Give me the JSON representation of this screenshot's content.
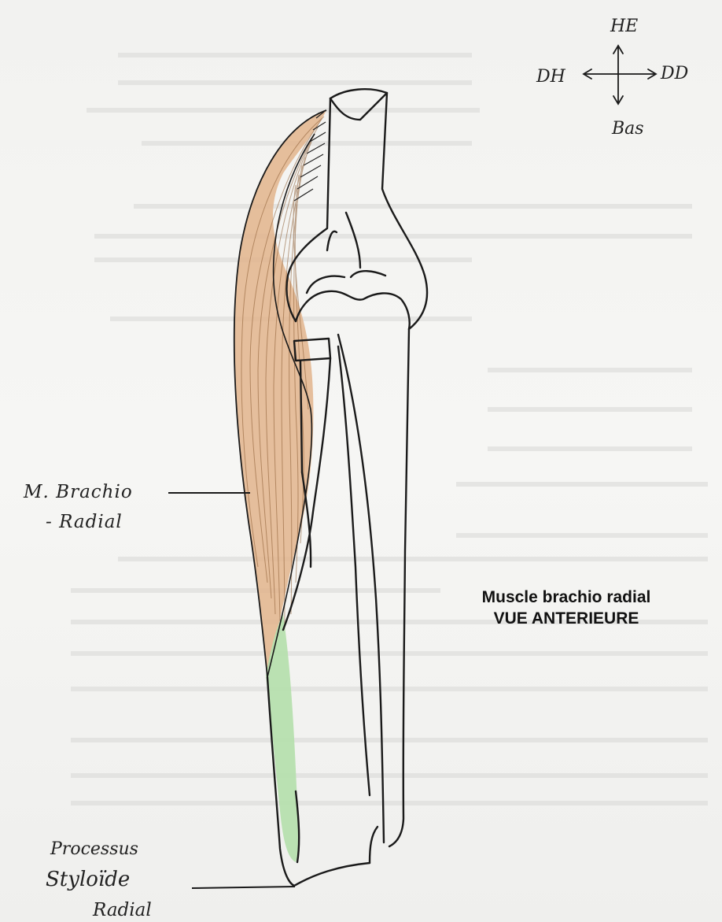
{
  "orientation": {
    "up": "HE",
    "left": "DH",
    "right": "DD",
    "down": "Bas"
  },
  "labels": {
    "muscle_line1": "M. Brachio",
    "muscle_line2": "- Radial",
    "process_line1": "Processus",
    "process_line2": "Styloïde",
    "process_line3": "Radial"
  },
  "caption": {
    "line1": "Muscle brachio radial",
    "line2": "VUE ANTERIEURE"
  },
  "colors": {
    "muscle": "#e2b48c",
    "tendon": "#b6dfae",
    "ink": "#1a1a1a"
  }
}
